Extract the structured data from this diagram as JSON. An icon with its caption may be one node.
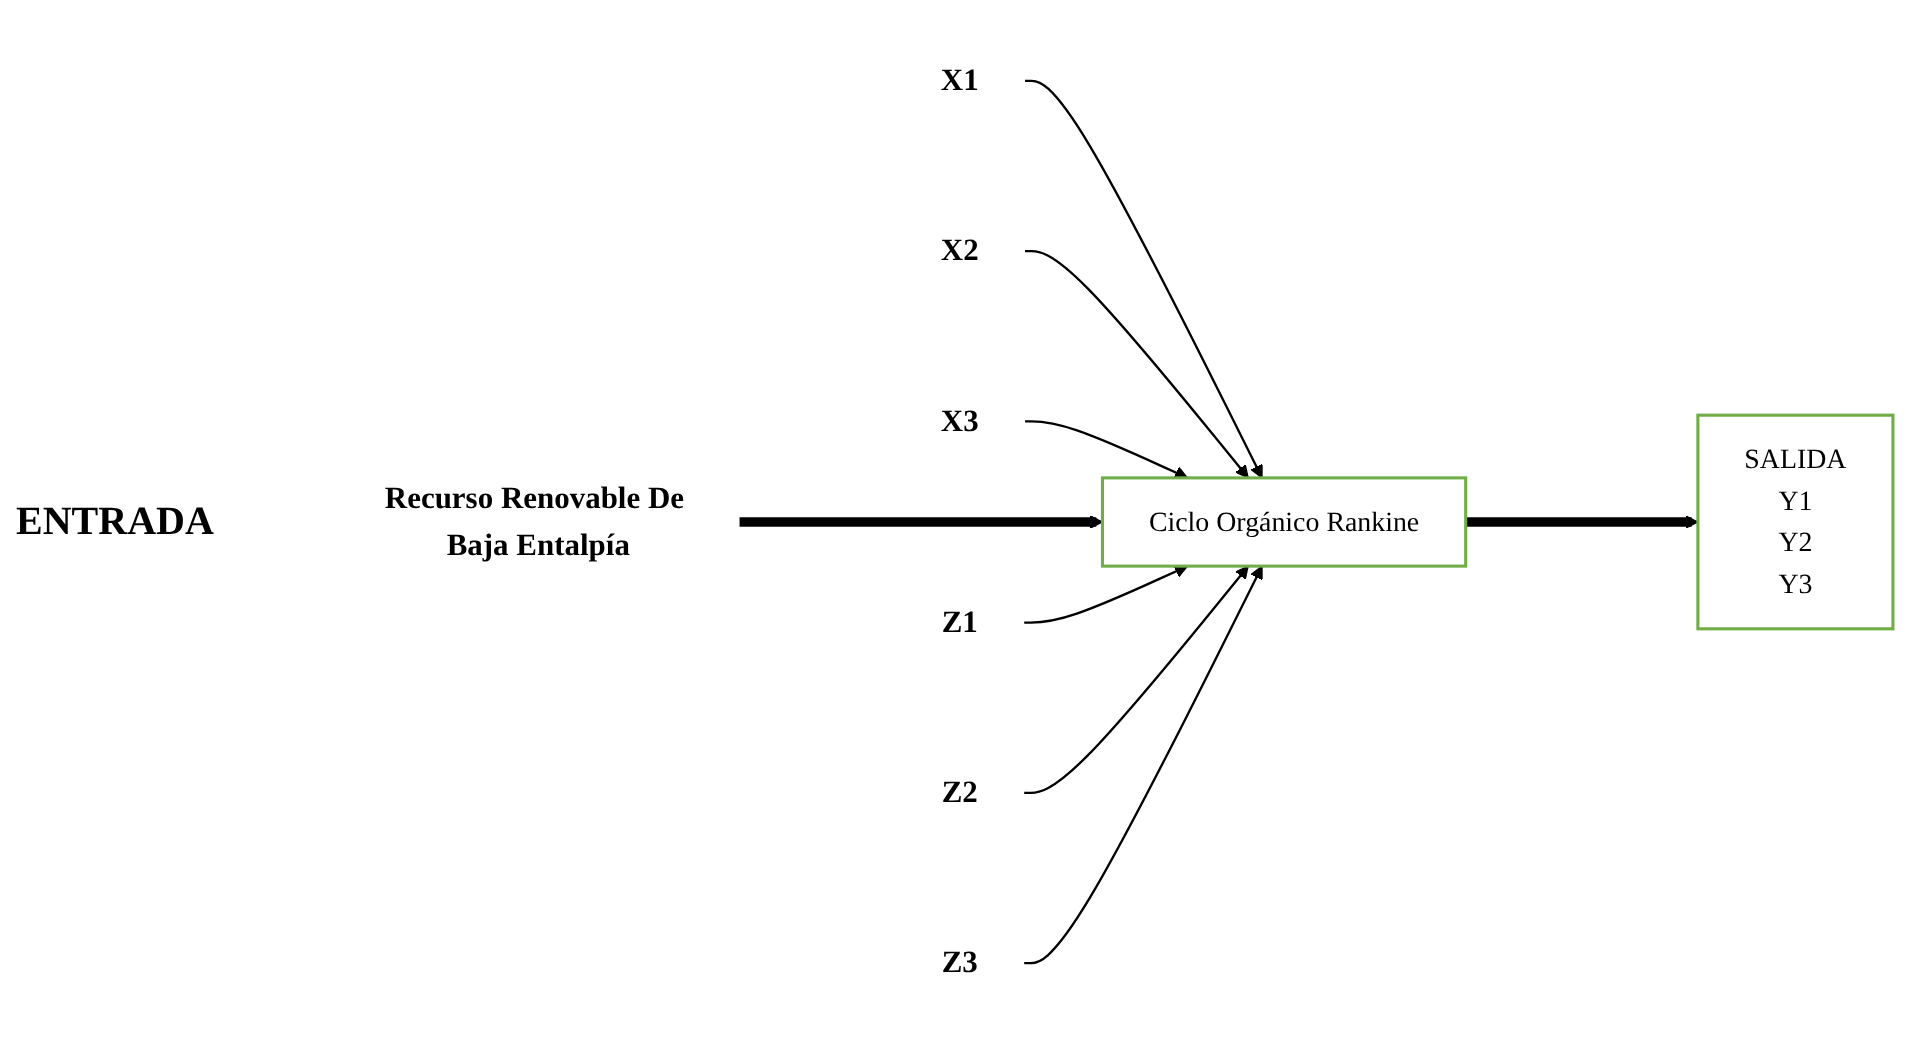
{
  "diagram": {
    "nodes": [
      {
        "text": [
          "X1"
        ]
      },
      {
        "text": [
          "X2"
        ]
      },
      {
        "text": [
          "X3"
        ]
      },
      {
        "text": [
          "Recurso Renovable De Baja Entalpía"
        ]
      },
      {
        "text": [
          "Ciclo Orgánico Rankine"
        ]
      },
      {
        "text": [
          "SALIDA",
          "Y1",
          "Y2",
          "Y3"
        ]
      },
      {
        "text": [
          "Z1"
        ]
      },
      {
        "text": [
          "Z2"
        ]
      },
      {
        "text": [
          "Z3"
        ]
      }
    ],
    "edges": [
      {
        "from": 0,
        "to": 4,
        "arrow": "to"
      },
      {
        "from": 1,
        "to": 4,
        "arrow": "to"
      },
      {
        "from": 2,
        "to": 4,
        "arrow": "to"
      },
      {
        "from": 3,
        "to": 4,
        "arrow": "to",
        "style": "thick"
      },
      {
        "from": 4,
        "to": 5,
        "arrow": "to",
        "style": "thick"
      },
      {
        "from": 6,
        "to": 4,
        "arrow": "to"
      },
      {
        "from": 7,
        "to": 4,
        "arrow": "to"
      },
      {
        "from": 8,
        "to": 4,
        "arrow": "to"
      }
    ],
    "labels": [
      "ENTRADA"
    ]
  }
}
